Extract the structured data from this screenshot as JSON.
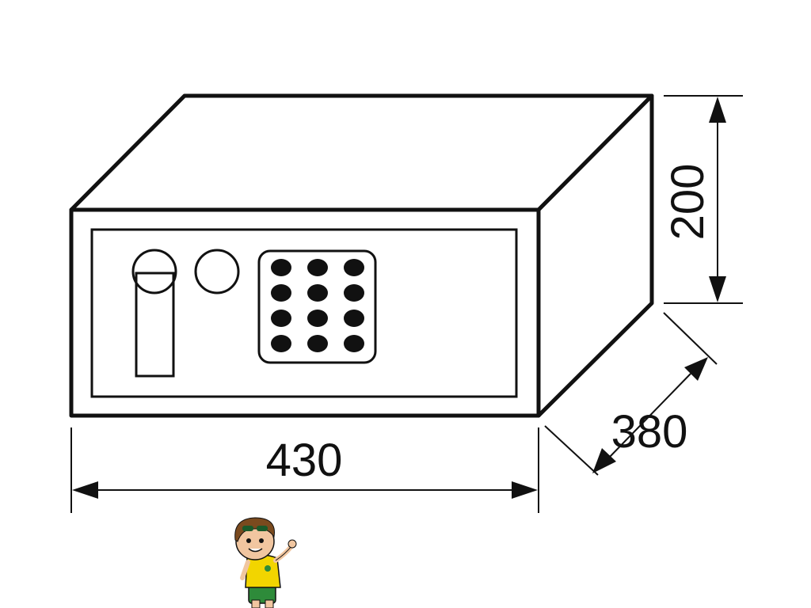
{
  "diagram": {
    "subject": "safe",
    "dimensions": {
      "width": "430",
      "height": "200",
      "depth": "380"
    },
    "keypad": {
      "rows": 4,
      "columns": 3
    },
    "colors": {
      "line": "#111111",
      "background": "#ffffff",
      "mascot_shirt": "#f2d500",
      "mascot_shorts": "#2e8b3a",
      "mascot_hair": "#7a4a1e"
    },
    "icons": [
      "mascot-boy-icon"
    ]
  }
}
